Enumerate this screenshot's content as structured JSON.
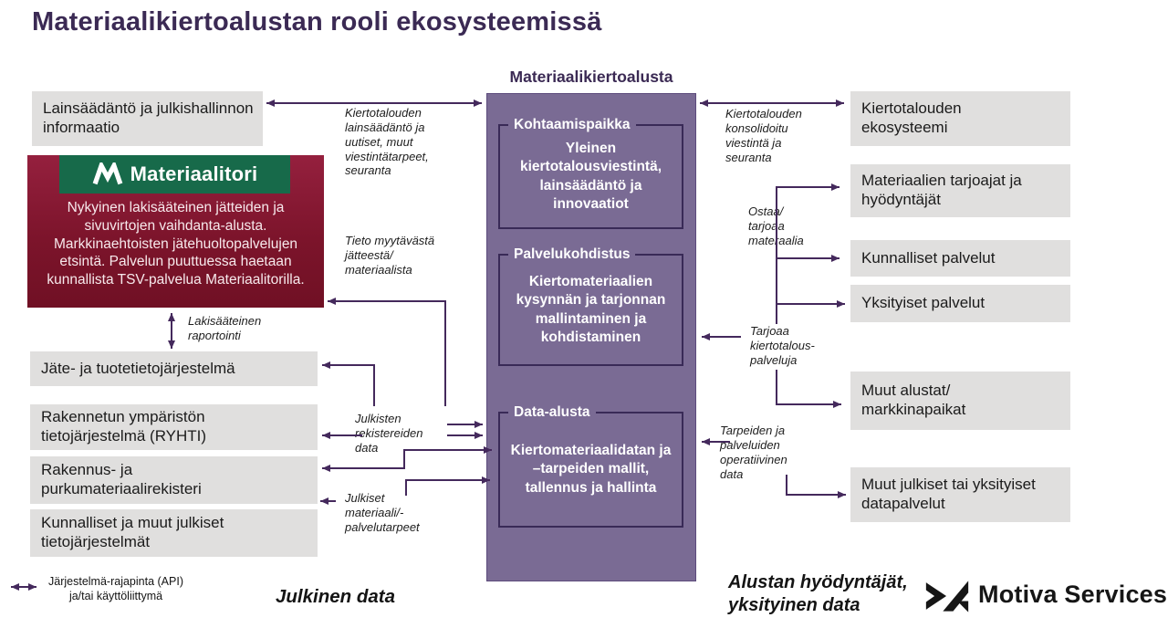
{
  "title": "Materiaalikiertoalustan rooli ekosysteemissä",
  "platform": {
    "header": "Materiaalikiertoalusta",
    "sections": [
      {
        "label": "Kohtaamispaikka",
        "text": "Yleinen\nkiertotalousviestintä,\nlainsäädäntö ja\ninnovaatiot"
      },
      {
        "label": "Palvelukohdistus",
        "text": "Kiertomateriaalien\nkysynnän ja tarjonnan\nmallintaminen ja\nkohdistaminen"
      },
      {
        "label": "Data-alusta",
        "text": "Kiertomateriaalidatan ja\n–tarpeiden mallit,\ntallennus ja hallinta"
      }
    ]
  },
  "left_boxes": [
    {
      "text": "Lainsäädäntö ja julkishallinnon\ninformaatio"
    },
    {
      "text": "Jäte- ja tuotetietojärjestelmä"
    },
    {
      "text": "Rakennetun ympäristön\ntietojärjestelmä (RYHTI)"
    },
    {
      "text": "Rakennus- ja\npurkumateriaalirekisteri"
    },
    {
      "text": "Kunnalliset ja muut julkiset\ntietojärjestelmät"
    }
  ],
  "materiaalitori": {
    "logo_text": "Materiaalitori",
    "description": "Nykyinen lakisääteinen jätteiden ja\nsivuvirtojen vaihdanta-alusta.\nMarkkinaehtoisten jätehuoltopalvelujen\netsintä. Palvelun puuttuessa haetaan\nkunnallista TSV-palvelua Materiaalitorilla."
  },
  "right_boxes": [
    {
      "text": "Kiertotalouden\nekosysteemi"
    },
    {
      "text": "Materiaalien tarjoajat ja\nhyödyntäjät"
    },
    {
      "text": "Kunnalliset palvelut"
    },
    {
      "text": "Yksityiset palvelut"
    },
    {
      "text": "Muut alustat/\nmarkkinapaikat"
    },
    {
      "text": "Muut julkiset tai yksityiset\ndatapalvelut"
    }
  ],
  "flow_labels": {
    "left_communication": "Kiertotalouden\nlainsäädäntö ja\nuutiset, muut\nviestintätarpeet,\nseuranta",
    "sales_info": "Tieto myytävästä\njätteestä/\nmateriaalista",
    "statutory_reporting": "Lakisääteinen\nraportointi",
    "public_registers": "Julkisten\nrekistereiden\ndata",
    "public_needs": "Julkiset\nmateriaali/-\npalvelutarpeet",
    "right_communication": "Kiertotalouden\nkonsolidoitu\nviestintä ja\nseuranta",
    "buys_offers": "Ostaa/\ntarjoaa\nmateraalia",
    "offers_services": "Tarjoaa\nkiertotalous-\npalveluja",
    "operational_data": "Tarpeiden ja\npalveluiden\noperatiivinen\ndata"
  },
  "legend": {
    "text": "Järjestelmä-rajapinta (API)\nja/tai käyttöliittymä"
  },
  "footers": {
    "public": "Julkinen data",
    "private": "Alustan hyödyntäjät,\nyksityinen data"
  },
  "branding": {
    "motiva": "Motiva Services"
  },
  "colors": {
    "title_purple": "#3b2a54",
    "platform_purple": "#7a6b94",
    "section_border": "#392a57",
    "arrow_purple": "#44295c",
    "box_gray": "#e0dfde",
    "materiaalitori_red": "#8c1b35",
    "materiaalitori_green": "#176a4a",
    "motiva_black": "#161616"
  }
}
